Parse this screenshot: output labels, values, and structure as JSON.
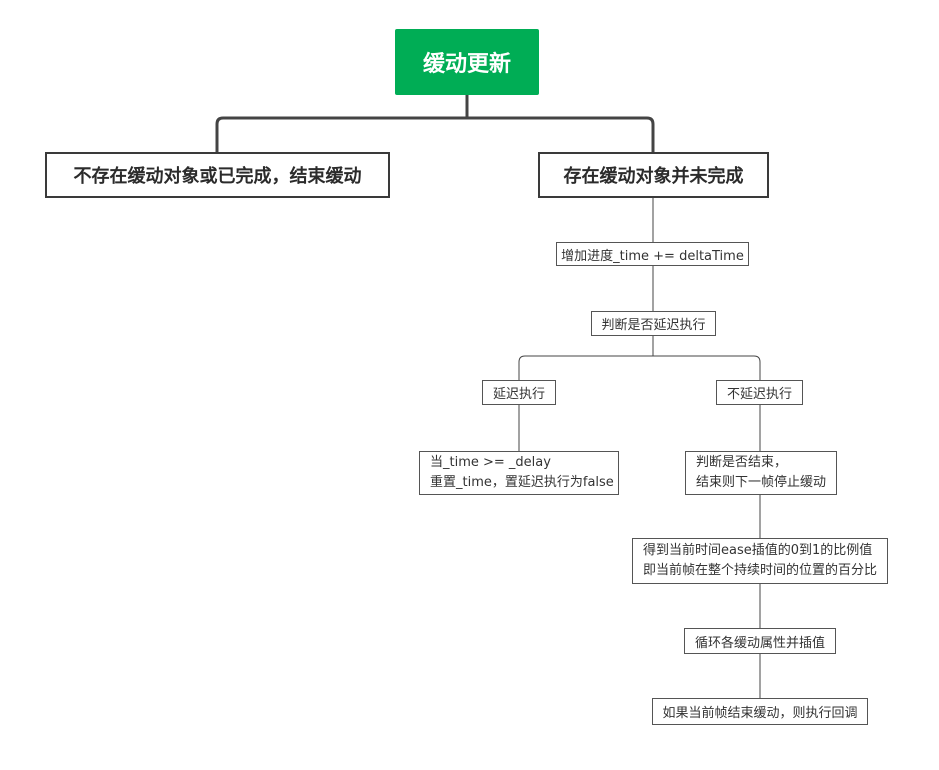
{
  "diagram": {
    "root": {
      "label": "缓动更新"
    },
    "branches": [
      {
        "label": "不存在缓动对象或已完成，结束缓动"
      },
      {
        "label": "存在缓动对象并未完成"
      }
    ],
    "steps": [
      {
        "label": "增加进度_time += deltaTime"
      },
      {
        "label": "判断是否延迟执行"
      }
    ],
    "decisions": [
      {
        "label": "延迟执行"
      },
      {
        "label": "不延迟执行"
      }
    ],
    "delay_action": {
      "lines": [
        "当_time >= _delay",
        "重置_time，置延迟执行为false"
      ]
    },
    "no_delay_chain": [
      {
        "lines": [
          "判断是否结束，",
          "结束则下一帧停止缓动"
        ]
      },
      {
        "lines": [
          "得到当前时间ease插值的0到1的比例值",
          "即当前帧在整个持续时间的位置的百分比"
        ]
      },
      {
        "lines": [
          "循环各缓动属性并插值"
        ]
      },
      {
        "lines": [
          "如果当前帧结束缓动，则执行回调"
        ]
      }
    ]
  },
  "colors": {
    "root_fill": "#00ad55",
    "root_text": "#ffffff",
    "border": "#3a3a3a",
    "line": "#444444",
    "text": "#333333"
  }
}
